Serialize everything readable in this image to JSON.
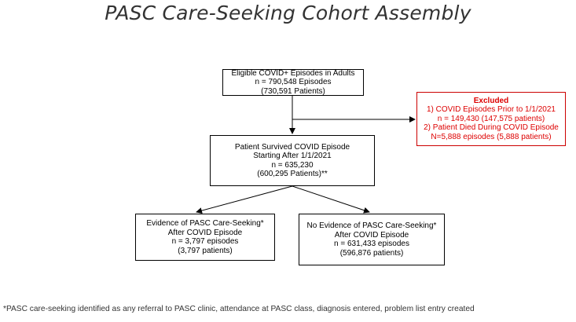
{
  "title": "PASC Care-Seeking Cohort Assembly",
  "boxes": {
    "eligible": [
      "Eligible COVID+ Episodes in Adults",
      "n = 790,548 Episodes",
      "(730,591 Patients)"
    ],
    "excluded": {
      "header": "Excluded",
      "lines": [
        "1) COVID Episodes Prior to 1/1/2021",
        "n = 149,430 (147,575 patients)",
        "2) Patient Died During COVID Episode",
        "N=5,888 episodes (5,888 patients)"
      ]
    },
    "survived": [
      "Patient Survived COVID Episode",
      "Starting After 1/1/2021",
      "n = 635,230",
      "(600,295 Patients)**"
    ],
    "evidence": [
      "Evidence of PASC Care-Seeking*",
      "After COVID Episode",
      "n = 3,797 episodes",
      "(3,797 patients)"
    ],
    "no_evidence": [
      "No Evidence of PASC Care-Seeking*",
      "After COVID Episode",
      "n = 631,433 episodes",
      "(596,876 patients)"
    ]
  },
  "footnote": "*PASC care-seeking identified as any referral to PASC clinic, attendance at PASC class, diagnosis entered, problem list entry created",
  "colors": {
    "excluded": "#dd0000",
    "border": "#000000",
    "title": "#333333"
  }
}
